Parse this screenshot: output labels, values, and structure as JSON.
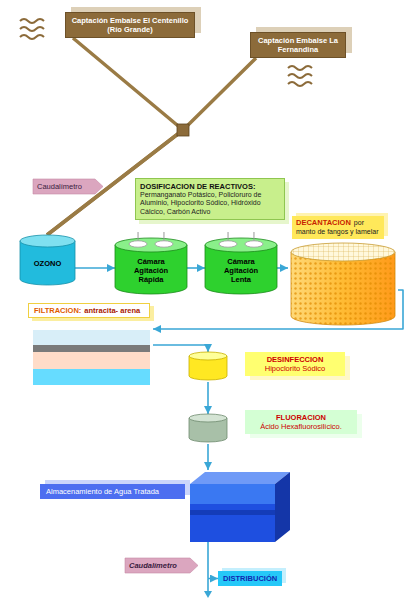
{
  "diagram": {
    "nodes": [
      {
        "text": [
          "Captación Embalse El Centenillo (Río Grande)"
        ]
      },
      {
        "text": [
          "Captación Embalse La Fernandina"
        ]
      },
      {
        "text": [
          "Caudalímetro"
        ]
      },
      {
        "text": [
          "DOSIFICACION DE REACTIVOS:",
          "Permanganato Potásico, Policloruro de Aluminio, Hipoclorito Sódico, Hidróxido Cálcico, Carbón Activo"
        ]
      },
      {
        "text": [
          "OZONO"
        ]
      },
      {
        "text": [
          "Cámara Agitación Rápida"
        ]
      },
      {
        "text": [
          "Cámara Agitación Lenta"
        ]
      },
      {
        "text": [
          "DECANTACION",
          "por manto de fangos y lamelar"
        ]
      },
      {
        "text": [
          "FILTRACION:",
          "antracita- arena"
        ]
      },
      {
        "text": [
          "DESINFECCION",
          "Hipoclorito Sódico"
        ]
      },
      {
        "text": [
          "FLUORACION",
          "Ácido Hexafluorosilícico."
        ]
      },
      {
        "text": [
          "Almacenamiento de Agua Tratada"
        ]
      },
      {
        "text": [
          "Caudalímetro"
        ]
      },
      {
        "text": [
          "DISTRIBUCIÓN"
        ]
      }
    ],
    "edges": [
      {
        "from": 0,
        "to": 4,
        "arrow": "none"
      },
      {
        "from": 1,
        "to": 4,
        "arrow": "none"
      },
      {
        "from": 4,
        "to": 5,
        "arrow": "to"
      },
      {
        "from": 5,
        "to": 6,
        "arrow": "to"
      },
      {
        "from": 6,
        "to": 7,
        "arrow": "to"
      },
      {
        "from": 7,
        "to": 8,
        "arrow": "to"
      },
      {
        "from": 8,
        "to": 9,
        "arrow": "to"
      },
      {
        "from": 9,
        "to": 10,
        "arrow": "to"
      },
      {
        "from": 10,
        "to": 11,
        "arrow": "to"
      },
      {
        "from": 11,
        "to": 13,
        "arrow": "to"
      }
    ]
  }
}
